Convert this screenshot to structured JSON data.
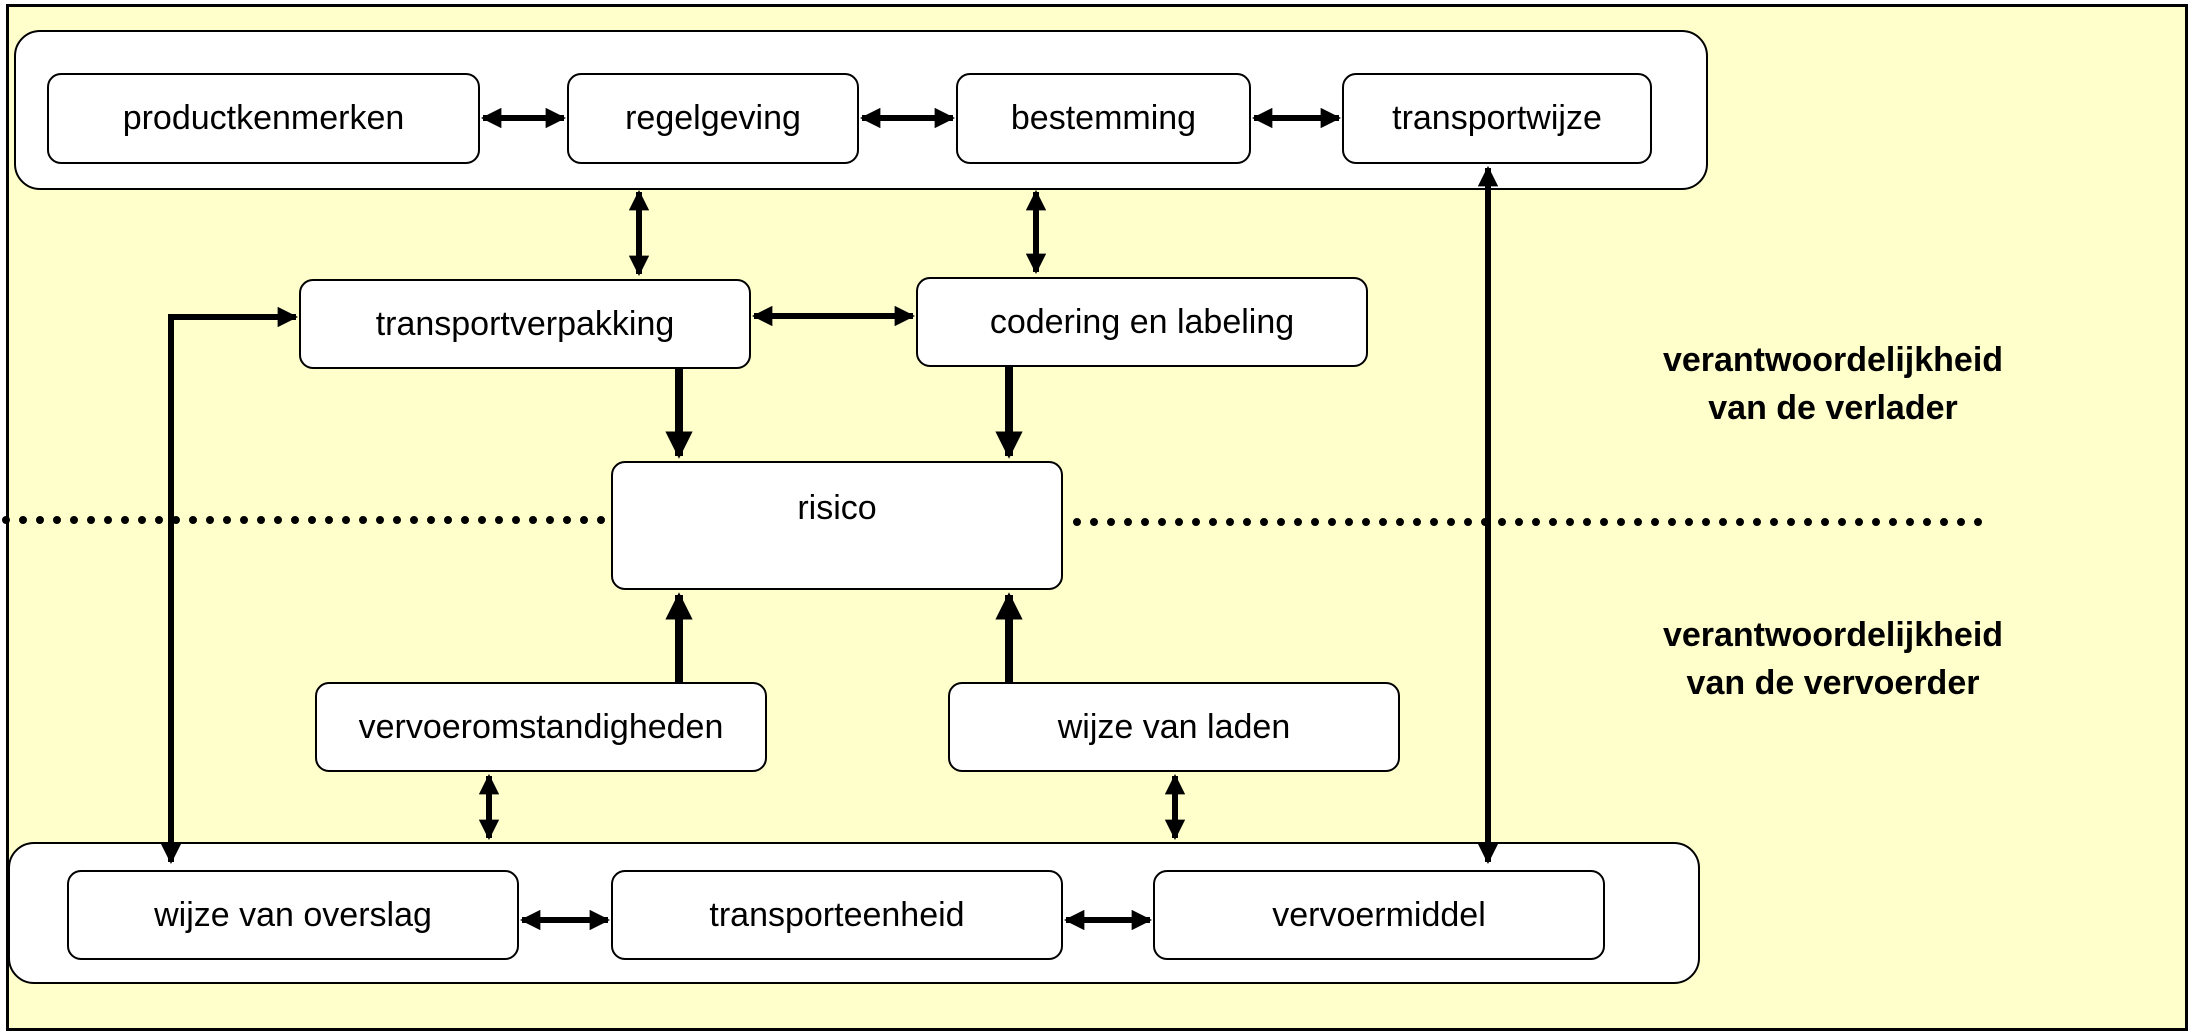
{
  "top_group": {
    "productkenmerken": "productkenmerken",
    "regelgeving": "regelgeving",
    "bestemming": "bestemming",
    "transportwijze": "transportwijze"
  },
  "middle": {
    "transportverpakking": "transportverpakking",
    "codering": "codering en labeling",
    "risico": "risico",
    "vervoeromstandigheden": "vervoeromstandigheden",
    "wijze_van_laden": "wijze van laden"
  },
  "bottom_group": {
    "wijze_van_overslag": "wijze van overslag",
    "transporteenheid": "transporteenheid",
    "vervoermiddel": "vervoermiddel"
  },
  "responsibility": {
    "shipper_line1": "verantwoordelijkheid",
    "shipper_line2": "van de verlader",
    "carrier_line1": "verantwoordelijkheid",
    "carrier_line2": "van de vervoerder"
  },
  "colors": {
    "background": "#ffffcc",
    "box_fill": "#ffffff",
    "stroke": "#000000"
  }
}
